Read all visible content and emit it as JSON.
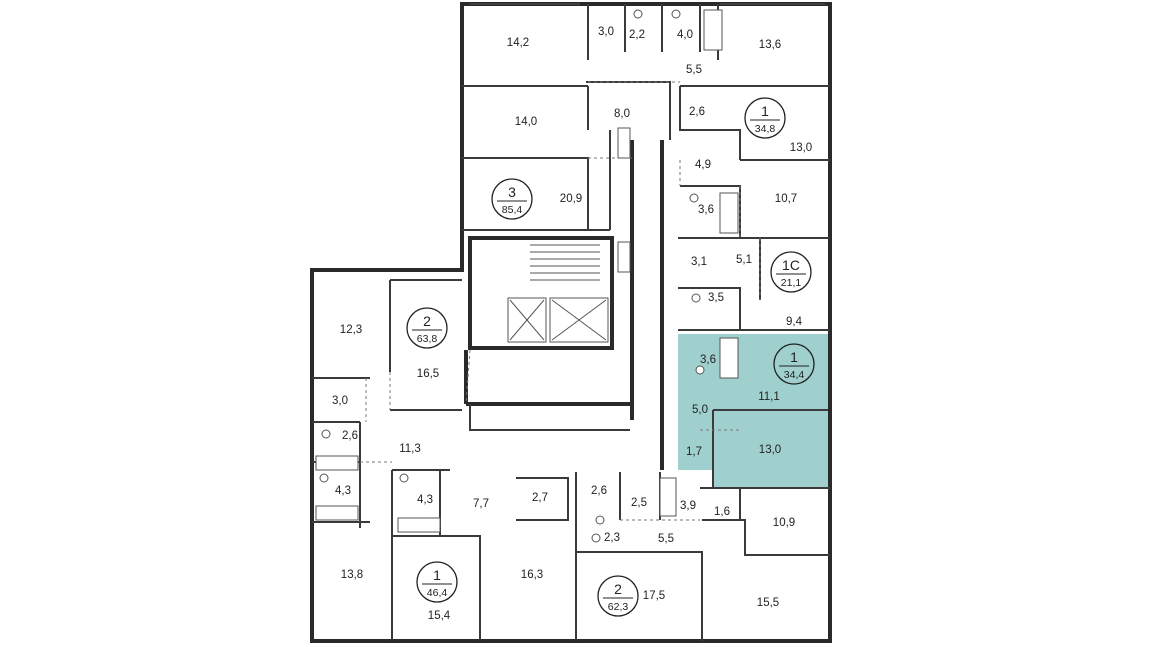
{
  "highlight_color": "#9fd0ce",
  "wall_color": "#3a3a3a",
  "apartments": [
    {
      "id": "apt-1-top",
      "rooms": "1",
      "area": "34,8"
    },
    {
      "id": "apt-3",
      "rooms": "3",
      "area": "85,4"
    },
    {
      "id": "apt-1c",
      "rooms": "1С",
      "area": "21,1"
    },
    {
      "id": "apt-2-left",
      "rooms": "2",
      "area": "63,8"
    },
    {
      "id": "apt-1-selected",
      "rooms": "1",
      "area": "34,4"
    },
    {
      "id": "apt-1-bottom",
      "rooms": "1",
      "area": "46,4"
    },
    {
      "id": "apt-2-bottom",
      "rooms": "2",
      "area": "62,3"
    }
  ],
  "rooms": [
    "14,2",
    "3,0",
    "2,2",
    "4,0",
    "13,6",
    "5,5",
    "14,0",
    "8,0",
    "2,6",
    "13,0",
    "4,9",
    "20,9",
    "3,6",
    "10,7",
    "3,1",
    "5,1",
    "3,5",
    "9,4",
    "12,3",
    "16,5",
    "3,6",
    "11,1",
    "3,0",
    "5,0",
    "2,6",
    "11,3",
    "1,7",
    "13,0",
    "4,3",
    "4,3",
    "7,7",
    "2,7",
    "2,6",
    "2,5",
    "3,9",
    "1,6",
    "10,9",
    "2,3",
    "5,5",
    "13,8",
    "16,3",
    "17,5",
    "15,5",
    "15,4"
  ]
}
